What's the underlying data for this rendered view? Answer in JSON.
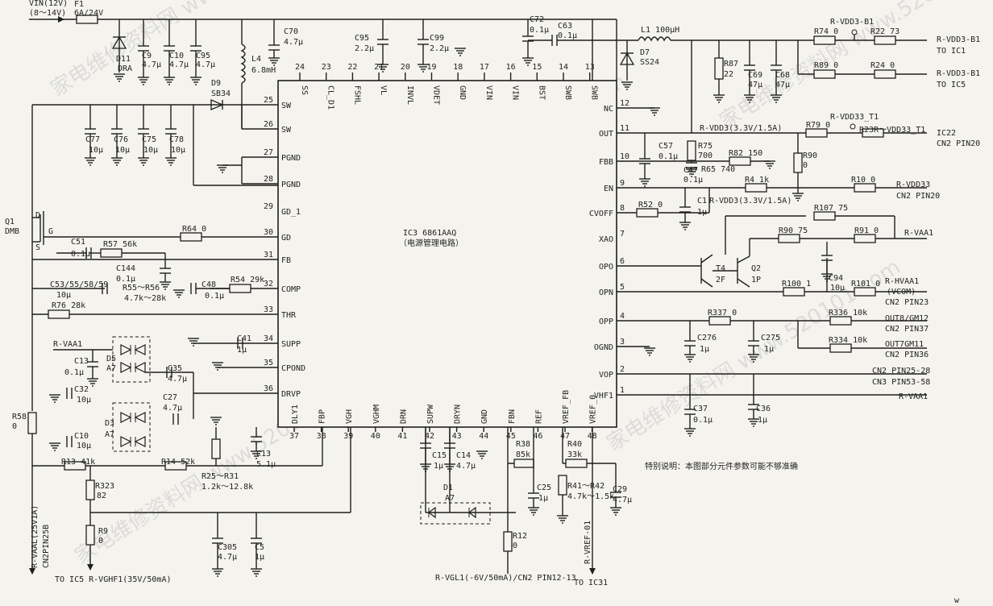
{
  "ic": {
    "name": "IC3 6861AAQ",
    "subtitle": "（电源管理电路）",
    "pins_top": [
      {
        "num": "24",
        "name": "SS"
      },
      {
        "num": "23",
        "name": "CL_D1"
      },
      {
        "num": "22",
        "name": "FSHL"
      },
      {
        "num": "21",
        "name": "VL"
      },
      {
        "num": "20",
        "name": "INVL"
      },
      {
        "num": "19",
        "name": "VDET"
      },
      {
        "num": "18",
        "name": "GND"
      },
      {
        "num": "17",
        "name": "VIN"
      },
      {
        "num": "16",
        "name": "VIN"
      },
      {
        "num": "15",
        "name": "BST"
      },
      {
        "num": "14",
        "name": "SWB"
      },
      {
        "num": "13",
        "name": "SWB"
      }
    ],
    "pins_left": [
      {
        "num": "25",
        "name": "SW"
      },
      {
        "num": "26",
        "name": "SW"
      },
      {
        "num": "27",
        "name": "PGND"
      },
      {
        "num": "28",
        "name": "PGND"
      },
      {
        "num": "29",
        "name": "GD_1"
      },
      {
        "num": "30",
        "name": "GD"
      },
      {
        "num": "31",
        "name": "FB"
      },
      {
        "num": "32",
        "name": "COMP"
      },
      {
        "num": "33",
        "name": "THR"
      },
      {
        "num": "34",
        "name": "SUPP"
      },
      {
        "num": "35",
        "name": "CPOND"
      },
      {
        "num": "36",
        "name": "DRVP"
      }
    ],
    "pins_right": [
      {
        "num": "12",
        "name": "NC"
      },
      {
        "num": "11",
        "name": "OUT"
      },
      {
        "num": "10",
        "name": "FBB"
      },
      {
        "num": "9",
        "name": "EN"
      },
      {
        "num": "8",
        "name": "CVOFF"
      },
      {
        "num": "7",
        "name": "XAO"
      },
      {
        "num": "6",
        "name": "OPO"
      },
      {
        "num": "5",
        "name": "OPN"
      },
      {
        "num": "4",
        "name": "OPP"
      },
      {
        "num": "3",
        "name": "OGND"
      },
      {
        "num": "2",
        "name": "VOP"
      },
      {
        "num": "1",
        "name": "VHF1"
      }
    ],
    "pins_bottom": [
      {
        "num": "37",
        "name": "DLY1"
      },
      {
        "num": "38",
        "name": "FBP"
      },
      {
        "num": "39",
        "name": "VGH"
      },
      {
        "num": "40",
        "name": "VGHM"
      },
      {
        "num": "41",
        "name": "DRN"
      },
      {
        "num": "42",
        "name": "SUPW"
      },
      {
        "num": "43",
        "name": "DRYN"
      },
      {
        "num": "44",
        "name": "GND"
      },
      {
        "num": "45",
        "name": "FBN"
      },
      {
        "num": "46",
        "name": "REF"
      },
      {
        "num": "47",
        "name": "VREF_FB"
      },
      {
        "num": "48",
        "name": "VREF_0"
      }
    ]
  },
  "input": {
    "vin": "VIN(12V)",
    "range": "(8～14V)",
    "fuse": "F1",
    "fuse_value": "6A/24V"
  },
  "labels": {
    "c70": "C70",
    "c70v": "4.7μ",
    "l4": "L4",
    "l4v": "6.8mH",
    "c95": "C95",
    "c95v": "2.2μ",
    "c99": "C99",
    "c99v": "2.2μ",
    "c72": "C72",
    "c72v": "0.1μ",
    "c63": "C63",
    "c63v": "0.1μ",
    "l1": "L1 100μH",
    "d7": "D7",
    "d7v": "SS24",
    "rvdd3b1": "R-VDD3-B1",
    "r74": "R74 0",
    "r22": "R22 73",
    "r89": "R89 0",
    "r24": "R24 0",
    "out1": "R-VDD3-B1",
    "out1b": "TO IC1",
    "out2": "R-VDD3-B1",
    "out2b": "TO IC5",
    "r87": "R87",
    "r87v": "22",
    "c69": "C69",
    "c69v": "47μ",
    "c68": "C68",
    "c68v": "47μ",
    "d11": "D11",
    "d11v": "DRA",
    "c9": "C9",
    "c9v": "4.7μ",
    "c10a": "C10",
    "c10av": "4.7μ",
    "c95b": "C95",
    "c95bv": "4.7μ",
    "d9": "D9",
    "d9v": "SB34",
    "c77": "C77",
    "c77v": "10μ",
    "c76": "C76",
    "c76v": "10μ",
    "c75": "C75",
    "c75v": "10μ",
    "c78": "C78",
    "c78v": "10μ",
    "q1": "Q1",
    "q1v": "DMB",
    "q1d": "D",
    "q1s": "S",
    "q1g": "G",
    "r64": "R64 0",
    "c51": "C51",
    "c51v": "0.1μ",
    "r57": "R57 56k",
    "c144": "C144",
    "c144v": "0.1μ",
    "c53": "C53/55/58/59",
    "c53v": "10μ",
    "r55": "R55～R56",
    "r55v": "4.7k～28k",
    "c48": "C48",
    "c48v": "0.1μ",
    "r54": "R54 29k",
    "r76": "R76 28k",
    "rvaa1": "R-VAA1",
    "c13a": "C13",
    "c13av": "0.1μ",
    "d5": "D5",
    "d5v": "A7",
    "c35": "C35",
    "c35v": "4.7μ",
    "c41": "C41",
    "c41v": "1μ",
    "c32": "C32",
    "c32v": "10μ",
    "c27": "C27",
    "c27v": "4.7μ",
    "d3": "D3",
    "d3v": "A7",
    "c10b": "C10",
    "c10bv": "10μ",
    "r13": "R13 41k",
    "r14": "R14 52k",
    "r25": "R25～R31",
    "r25v": "1.2k～12.8k",
    "c13b": "C13",
    "c13bv": "5.1μ",
    "r323": "R323",
    "r323v": "82",
    "r9": "R9",
    "r9v": "0",
    "r58": "R58",
    "r58v": "0",
    "c305": "C305",
    "c305v": "4.7μ",
    "c5": "C5",
    "c5v": "1μ",
    "vgh": "TO IC5 R-VGHF1(35V/50mA)",
    "vaal": "R-VAAL(25V1A)",
    "vaal2": "CN2PIN25B",
    "c15": "C15",
    "c15v": "1μ",
    "c14": "C14",
    "c14v": "4.7μ",
    "d1": "D1",
    "d1v": "A7",
    "r38": "R38",
    "r38v": "85k",
    "r40": "R40",
    "r40v": "33k",
    "c25": "C25",
    "c25v": "1μ",
    "r41": "R41～R42",
    "r41v": "4.7k～1.5k",
    "c29": "C29",
    "c29v": "4.7μ",
    "r12": "R12",
    "r12v": "0",
    "rvgl": "R-VGL1(-6V/50mA)/CN2 PIN12-13",
    "rvref": "R-VREF-01",
    "toic31": "TO IC31",
    "rvdd33t1": "R-VDD33_T1",
    "rvdd3": "R-VDD3(3.3V/1.5A)",
    "r79": "R79 0",
    "r23r": "R23R～VDD33_T1",
    "ic22": "IC22",
    "cn2p20a": "CN2 PIN20",
    "c57": "C57",
    "c57v": "0.1μ",
    "r75": "R75",
    "r75v": "700",
    "r82": "R82 150",
    "r65": "R65 740",
    "c47": "C47",
    "c47v": "0.1μ",
    "r90a": "R90",
    "r90av": "0",
    "r4": "R4 1k",
    "rvdd3b": "R-VDD3(3.3V/1.5A)",
    "r10": "R10 0",
    "rvdd33": "R-VDD33",
    "cn2p20b": "CN2 PIN20",
    "c1": "C1",
    "c1v": "1μ",
    "r52": "R52 0",
    "r107": "R107 75",
    "r90b": "R90 75",
    "r91": "R91 0",
    "rvaa1b": "R-VAA1",
    "t4": "T4",
    "t4v": "2F",
    "q2": "Q2",
    "q2v": "1P",
    "c94": "C94",
    "c94v": "10μ",
    "r100": "R100 1",
    "r101": "R101 0",
    "rhvaa1": "R-HVAA1",
    "vcom": "(VCOM)",
    "cn2p23": "CN2 PIN23",
    "r337": "R337 0",
    "r336": "R336 10k",
    "out8": "OUT8/GM12",
    "cn2p37": "CN2 PIN37",
    "c276": "C276",
    "c276v": "1μ",
    "c275": "C275",
    "c275v": "1μ",
    "r334": "R334 10k",
    "out7": "OUT7GM11",
    "cn2p36": "CN2 PIN36",
    "cn2p2528": "CN2 PIN25-28",
    "cn3p5358": "CN3 PIN53-58",
    "rvaa1c": "R-VAA1",
    "c37": "C37",
    "c37v": "0.1μ",
    "c36": "C36",
    "c36v": "1μ",
    "note": "特别说明：本图部分元件参数可能不够准确"
  },
  "watermark": "家电维修资料网 www.520101.com",
  "corner": "w"
}
